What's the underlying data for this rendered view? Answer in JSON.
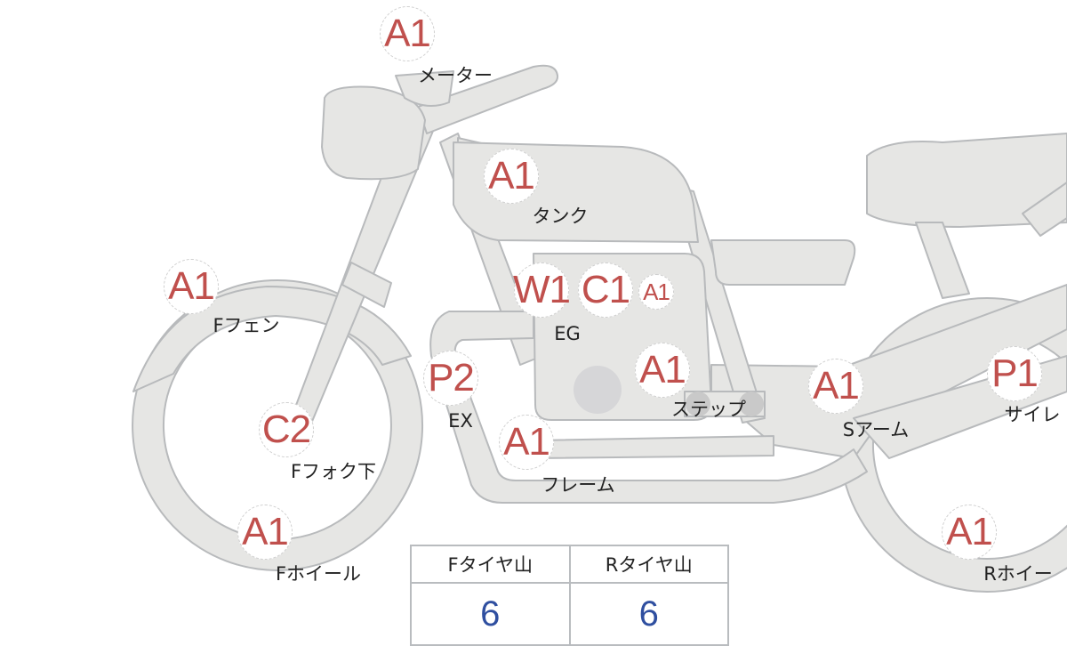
{
  "colors": {
    "part_fill": "#e6e6e4",
    "part_stroke": "#b8babc",
    "grade_text": "#c0504d",
    "value_text": "#2f4fa0"
  },
  "markers": [
    {
      "grade": "A1",
      "label": "メーター"
    },
    {
      "grade": "A1",
      "label": "タンク"
    },
    {
      "grade": "A1",
      "label": "Fフェン"
    },
    {
      "grade": "W1",
      "label": ""
    },
    {
      "grade": "C1",
      "label": "EG"
    },
    {
      "grade": "A1",
      "label": ""
    },
    {
      "grade": "P2",
      "label": "EX"
    },
    {
      "grade": "A1",
      "label": "ステップ"
    },
    {
      "grade": "C2",
      "label": "Fフォク下"
    },
    {
      "grade": "A1",
      "label": "フレーム"
    },
    {
      "grade": "A1",
      "label": "Fホイール"
    },
    {
      "grade": "A1",
      "label": "Sアーム"
    },
    {
      "grade": "P1",
      "label": "サイレ"
    },
    {
      "grade": "A1",
      "label": "Rホイー"
    }
  ],
  "tire_table": {
    "headers": [
      "Fタイヤ山",
      "Rタイヤ山"
    ],
    "values": [
      "6",
      "6"
    ]
  }
}
